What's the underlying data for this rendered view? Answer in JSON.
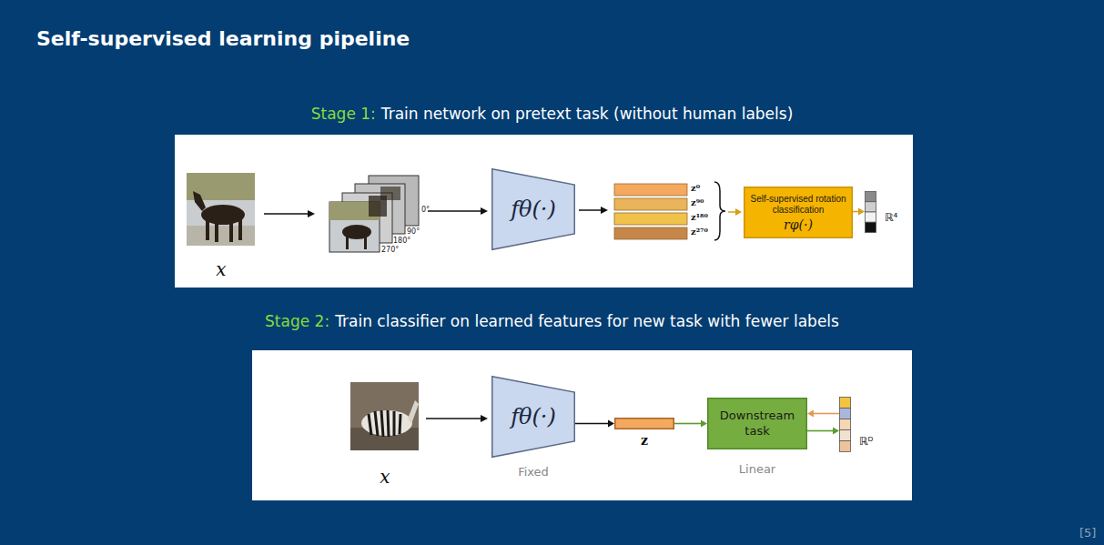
{
  "diagram": {
    "title": "Self-supervised learning pipeline",
    "nodes": [
      {
        "text": [
          "fθ(·)"
        ]
      },
      {
        "text": [
          "Self-supervised rotation classification",
          "rφ(·)"
        ]
      },
      {
        "text": [
          "ℝ⁴"
        ]
      },
      {
        "text": [
          "fθ(·)",
          "Fixed"
        ]
      },
      {
        "text": [
          "z"
        ]
      },
      {
        "text": [
          "Downstream task",
          "Linear"
        ]
      },
      {
        "text": [
          "ℝᴰ"
        ]
      }
    ],
    "edges": [
      {
        "from": 1,
        "to": 2,
        "arrow": "to"
      },
      {
        "from": 3,
        "to": 4,
        "arrow": "to"
      },
      {
        "from": 4,
        "to": 5,
        "arrow": "to"
      },
      {
        "from": 5,
        "to": 6,
        "arrow": "to"
      },
      {
        "from": 6,
        "to": 5,
        "arrow": "to"
      }
    ],
    "labels": [
      "Stage 1:",
      "Train network on pretext task (without human labels)",
      "x",
      "0°",
      "90°",
      "180°",
      "270°",
      "z⁰",
      "z⁹⁰",
      "z¹⁸⁰",
      "z²⁷⁰",
      "Stage 2:",
      "Train classifier on learned features for new task with fewer labels",
      "x",
      "[5]"
    ]
  }
}
